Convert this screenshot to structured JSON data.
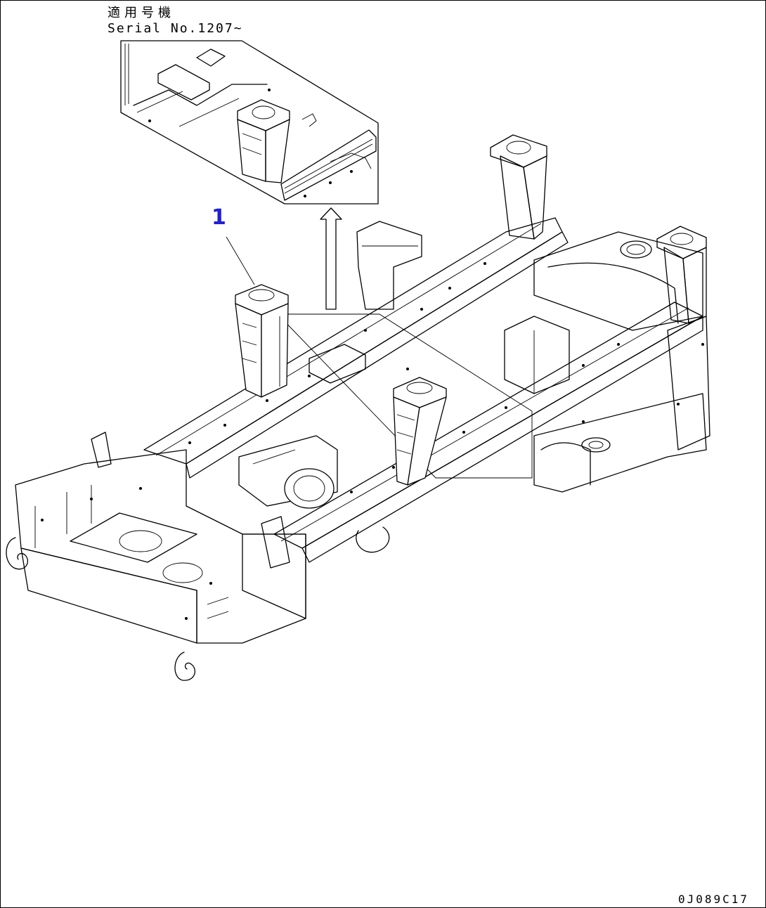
{
  "header": {
    "applicable_serial_jp": "適用号機",
    "serial_range": "Serial No.1207~"
  },
  "callouts": [
    {
      "number": "1",
      "color": "#1f1fd6"
    }
  ],
  "drawing_number": "0J089C17",
  "colors": {
    "line": "#000000",
    "callout": "#1f1fd6",
    "background": "#ffffff"
  }
}
